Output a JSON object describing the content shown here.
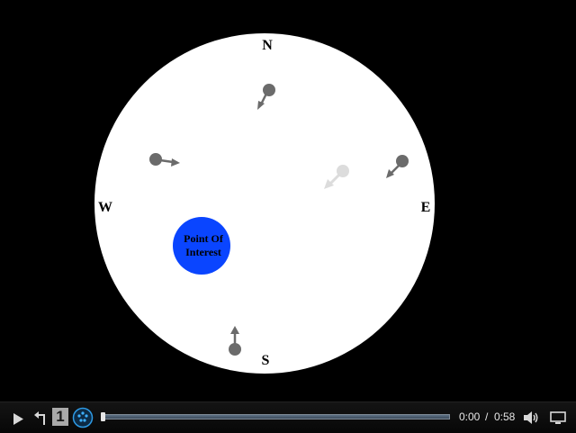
{
  "compass": {
    "north": "N",
    "south": "S",
    "east": "E",
    "west": "W"
  },
  "poi": {
    "line1": "Point Of",
    "line2": "Interest",
    "color": "#0a45ff"
  },
  "markers": {
    "color": "#6b6b6b",
    "faded_color": "#dcdcdc",
    "count": 5
  },
  "player": {
    "current_time": "0:00",
    "separator": "/",
    "duration": "0:58",
    "cc_label": "1",
    "progress": 0.0,
    "play_icon": "play-icon",
    "back_icon": "return-arrow-icon",
    "drops_icon": "sprinkler-icon",
    "volume_icon": "speaker-icon",
    "screen_icon": "monitor-icon"
  }
}
